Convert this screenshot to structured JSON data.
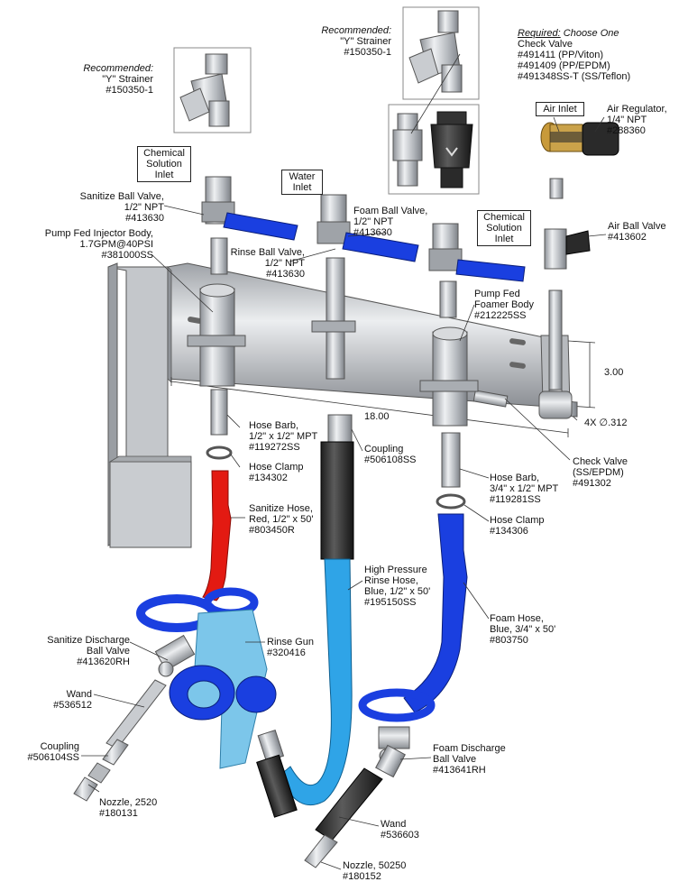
{
  "colors": {
    "red_hose": "#e31a12",
    "blue_hose": "#1a3fe0",
    "light_blue_hose": "#2fa4e7",
    "steel": "#b9bcc1",
    "bracket": "#c9cbcf",
    "black": "#2c2c2c",
    "gun_blue": "#7cc6ea",
    "gold": "#c89a3a"
  },
  "labels": {
    "strainer_left": {
      "prefix": "Recommended:",
      "text": "\"Y\" Strainer\n#150350-1"
    },
    "strainer_top": {
      "prefix": "Recommended:",
      "text": "\"Y\" Strainer\n#150350-1"
    },
    "check_valve_choice": {
      "required": "Required:",
      "choose": " Choose One",
      "text": "Check Valve\n#491411 (PP/Viton)\n#491409 (PP/EPDM)\n#491348SS-T (SS/Teflon)"
    },
    "air_inlet": "Air Inlet",
    "air_regulator": "Air Regulator,\n1/4\" NPT\n#288360",
    "chemical_inlet_left": "Chemical\nSolution\nInlet",
    "water_inlet": "Water\nInlet",
    "chemical_inlet_right": "Chemical\nSolution\nInlet",
    "sanitize_ball_valve": "Sanitize Ball Valve,\n1/2\" NPT\n#413630",
    "foam_ball_valve": "Foam Ball Valve,\n1/2\" NPT\n#413630",
    "air_ball_valve": "Air Ball Valve\n#413602",
    "pump_fed_injector": "Pump Fed Injector Body,\n1.7GPM@40PSI\n#381000SS",
    "rinse_ball_valve": "Rinse Ball Valve,\n1/2\" NPT\n#413630",
    "pump_fed_foamer": "Pump Fed\nFoamer Body\n#212225SS",
    "dim_height": "3.00",
    "dim_width": "18.00",
    "dim_holes": "4X ∅.312",
    "hose_barb_left": "Hose Barb,\n1/2\" x 1/2\" MPT\n#119272SS",
    "coupling_mid": "Coupling\n#506108SS",
    "check_valve_ss": "Check Valve\n(SS/EPDM)\n#491302",
    "hose_clamp_left": "Hose Clamp\n#134302",
    "hose_barb_right": "Hose Barb,\n3/4\" x 1/2\" MPT\n#119281SS",
    "hose_clamp_right": "Hose Clamp\n#134306",
    "sanitize_hose": "Sanitize Hose,\nRed, 1/2\" x 50'\n#803450R",
    "rinse_hose": "High Pressure\nRinse Hose,\nBlue, 1/2\" x 50'\n#195150SS",
    "foam_hose": "Foam Hose,\nBlue, 3/4\" x 50'\n#803750",
    "sanitize_discharge": "Sanitize Discharge\nBall Valve\n#413620RH",
    "rinse_gun": "Rinse Gun\n#320416",
    "wand_left": "Wand\n#536512",
    "coupling_left": "Coupling\n#506104SS",
    "nozzle_left": "Nozzle, 2520\n#180131",
    "foam_discharge": "Foam Discharge\nBall Valve\n#413641RH",
    "wand_right": "Wand\n#536603",
    "nozzle_right": "Nozzle, 50250\n#180152"
  }
}
